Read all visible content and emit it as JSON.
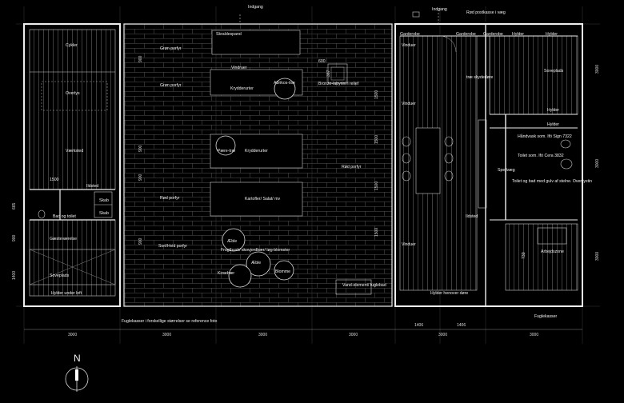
{
  "title": {
    "entrance_left": "Indgang",
    "entrance_right": "Indgang",
    "mailbox": "Rød postkasse i væg"
  },
  "left_rooms": {
    "cykler": "Cykler",
    "overlys": "Overlys",
    "vaerksted": "Værksted",
    "bad_toilet": "Bad og toilet",
    "gaesteophold": "Gæsteværelse",
    "sovplads": "Soveplads",
    "hylder_loft": "Hylder under loft",
    "skab1": "Skab",
    "skab2": "Skab",
    "ildsted": "Ildsted",
    "dim_1500": "1500"
  },
  "courtyard": {
    "skraldespand": "Skraldespand",
    "gron_porfyr_1": "Grøn porfyr",
    "gron_porfyr_2": "Grøn porfyr",
    "vindruer_top": "Vindruer",
    "abrikos": "Abrikos-træ",
    "krydderurter_1": "Krydderurter",
    "bronze": "Bronze-labyrint i relief",
    "dim_600": "600",
    "dim_387": "387",
    "paere": "Pære-træ",
    "krydderurter_2": "Krydderurter",
    "rod_porfyr_1": "Rød porfyr",
    "rod_porfyr_2": "Rød porfyr",
    "kartofler": "Kartofler/ Salat/ mv",
    "sort_hvid": "Sort/Hvid porfyr",
    "aeble_1": "Æble",
    "frugtbusk": "Frugtbusk/ skovjordbær/ løg-blomster",
    "aeble_2": "Æble",
    "kirsebaer": "Kirsebær",
    "blomme": "Blomme",
    "vand": "Vand-element/ fuglebad",
    "dim_900a": "900",
    "dim_900b": "900",
    "dim_900c": "900",
    "dim_900d": "900",
    "dim_1500a": "1500",
    "dim_1500b": "1500",
    "dim_1500c": "1500",
    "dim_1500d": "1500"
  },
  "right_rooms": {
    "garderobe_1": "Garderobe",
    "garderobe_2": "Garderobe",
    "garderobe_3": "Garderobe",
    "hylder_top1": "Hylder",
    "hylder_top2": "Hylder",
    "vinduer_1": "Vinduer",
    "vinduer_2": "Vinduer",
    "vinduer_3": "Vinduer",
    "skydedore": "træ skydedøre",
    "soveplads": "Soveplads",
    "hylder_mid1": "Hylder",
    "hylder_mid2": "Hylder",
    "haandvask": "Håndvask som. Ifö Sign 7322",
    "toilet": "Toilet som. Ifö Cera 3832",
    "spejlvaeg": "Spejlvæg",
    "toilet_bad": "Toilet og bad med gulv af stelne. Ovenlystin",
    "ildsted": "Ildsted",
    "arbejdszone": "Arbejdszone",
    "hylder_dore": "Hylder henover døre",
    "dim_730": "730"
  },
  "bottom": {
    "fuglekasser_1": "Fuglekasser i forskellige størrelser se reference foto",
    "fuglekasser_2": "Fuglekasser",
    "dims": [
      "3000",
      "3000",
      "3000",
      "3000",
      "1406",
      "1406",
      "3000",
      "3000"
    ]
  },
  "side_dims": {
    "left": [
      "665",
      "900",
      "1400"
    ],
    "right": [
      "3000",
      "3000",
      "3000"
    ]
  },
  "north": "N"
}
